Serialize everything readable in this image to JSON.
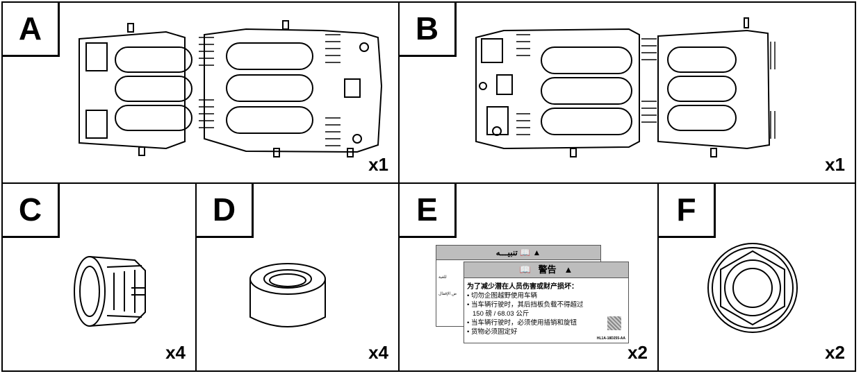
{
  "panels": [
    {
      "letter": "A",
      "qty": "x1"
    },
    {
      "letter": "B",
      "qty": "x1"
    },
    {
      "letter": "C",
      "qty": "x4"
    },
    {
      "letter": "D",
      "qty": "x4"
    },
    {
      "letter": "E",
      "qty": "x2"
    },
    {
      "letter": "F",
      "qty": "x2"
    }
  ],
  "label_back": {
    "header": "تنبيـــه",
    "arabic_line_1": "للغية",
    "arabic_line_2": "ض الإقفال"
  },
  "label_front": {
    "header": "警告",
    "title": "为了减少潜在人员伤害或财产损坏：",
    "lines": [
      "• 切勿企图越野使用车辆",
      "• 当车辆行驶时，其后挡板负载不得超过",
      "150 磅 / 68.03 公斤",
      "• 当车辆行驶时，必须使用插销和旋钮",
      "• 货物必须固定好"
    ],
    "code": "HL1A-18D255-AA"
  },
  "icons": [
    "book-icon",
    "warning-triangle-icon"
  ]
}
